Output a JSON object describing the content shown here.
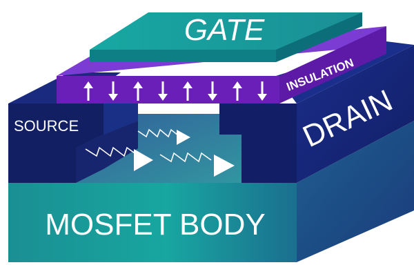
{
  "labels": {
    "gate": "GATE",
    "insulation": "INSULATION",
    "source": "SOURCE",
    "drain": "DRAIN",
    "body": "MOSFET BODY"
  },
  "colors": {
    "gate_top": "#19a3a0",
    "gate_front": "#0f7f86",
    "insulation_top": "#7a3bd1",
    "insulation_front": "#6a1fb8",
    "source_dark": "#14216a",
    "drain_dark": "#16237a",
    "body_front": "#16878d",
    "body_top": "#1d6f93",
    "arrow_white": "#ffffff"
  },
  "field_arrows": {
    "count": 8,
    "pattern": [
      "up",
      "down",
      "up",
      "down",
      "up",
      "down",
      "up",
      "down"
    ]
  }
}
